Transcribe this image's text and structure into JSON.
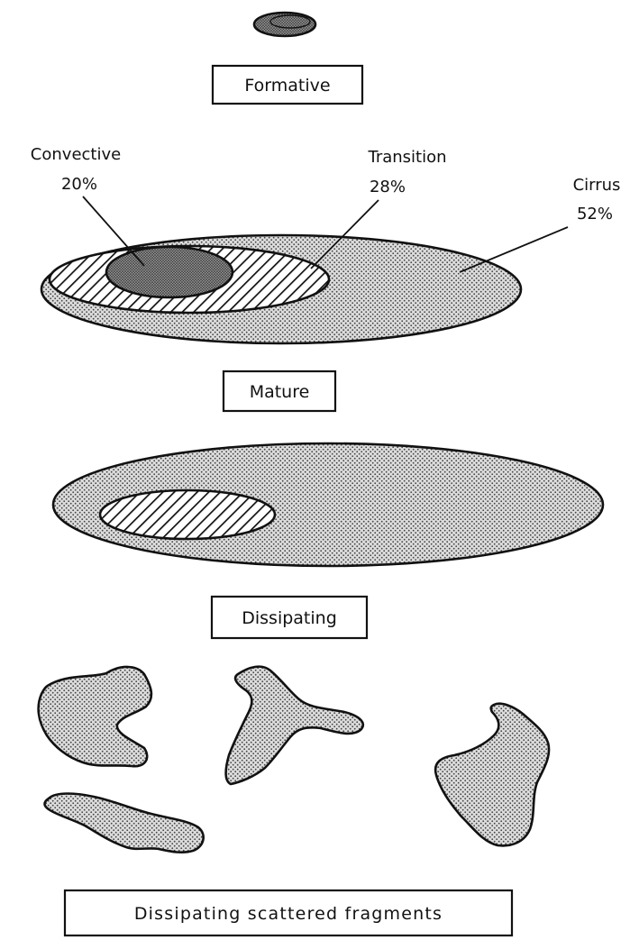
{
  "stages": {
    "formative": "Formative",
    "mature": "Mature",
    "dissipating": "Dissipating",
    "fragments": "Dissipating scattered fragments"
  },
  "regions": {
    "convective": {
      "name": "Convective",
      "percent": "20%"
    },
    "transition": {
      "name": "Transition",
      "percent": "28%"
    },
    "cirrus": {
      "name": "Cirrus",
      "percent": "52%"
    }
  }
}
